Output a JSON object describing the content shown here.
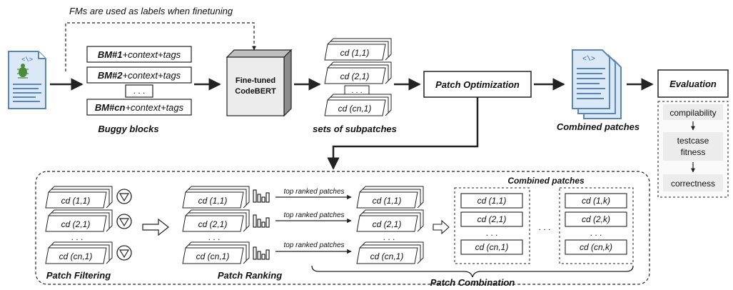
{
  "top_note": "FMs are used as labels when finetuning",
  "buggy_blocks": {
    "items": [
      {
        "prefix": "BM#1",
        "suffix": "+context+tags"
      },
      {
        "prefix": "BM#2",
        "suffix": "+context+tags"
      },
      {
        "prefix": "BM#cn",
        "suffix": "+context+tags"
      }
    ],
    "dots": ". . .",
    "caption": "Buggy blocks"
  },
  "model": {
    "line1": "Fine-tuned",
    "line2": "CodeBERT"
  },
  "subpatches": {
    "items": [
      "cd (1,1)",
      "cd (2,1)",
      "cd (cn,1)"
    ],
    "dots": ". . .",
    "caption": "sets of subpatches"
  },
  "patch_optimization": "Patch Optimization",
  "combined_patches_caption": "Combined patches",
  "evaluation": {
    "title": "Evaluation",
    "steps": [
      "compilability",
      "testcase",
      "fitness",
      "correctness"
    ]
  },
  "filtering": {
    "items": [
      "cd (1,1)",
      "cd (2,1)",
      "cd (cn,1)"
    ],
    "dots": ". . .",
    "caption": "Patch Filtering"
  },
  "ranking": {
    "items": [
      "cd (1,1)",
      "cd (2,1)",
      "cd (cn,1)"
    ],
    "dots": ". . .",
    "caption": "Patch Ranking"
  },
  "top_ranked_label": "top ranked patches",
  "ranked_out": {
    "items": [
      "cd (1,1)",
      "cd (2,1)",
      "cd (cn,1)"
    ],
    "dots": ". . ."
  },
  "combination": {
    "title": "Combined patches",
    "col1": [
      "cd (1,1)",
      "cd (2,1)",
      "cd (cn,1)"
    ],
    "col2": [
      "cd (1,k)",
      "cd (2,k)",
      "cd (cn,k)"
    ],
    "dots": ". . .",
    "between_dots": ". . .",
    "caption": "Patch Combination"
  },
  "colors": {
    "line": "#222222",
    "doc_blue": "#5b86b8",
    "doc_fill": "#cfe0f2",
    "bug_green": "#4c8b3a",
    "eval_fill": "#f2f2f2"
  },
  "icons": [
    "buggy-code-document-icon",
    "combined-patch-document-icon",
    "filter-icon",
    "bar-chart-icon"
  ]
}
